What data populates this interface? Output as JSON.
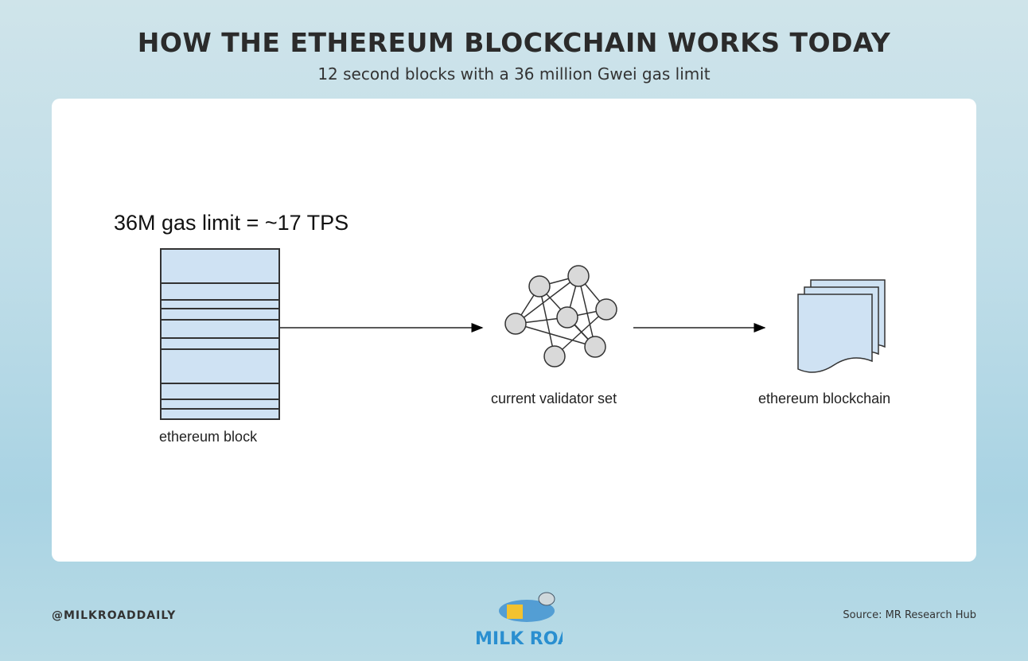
{
  "header": {
    "title": "HOW THE ETHEREUM BLOCKCHAIN WORKS TODAY",
    "subtitle": "12 second blocks with a 36 million Gwei gas limit"
  },
  "diagram": {
    "gas_label": "36M gas limit = ~17 TPS",
    "block_label": "ethereum block",
    "validator_label": "current validator set",
    "blockchain_label": "ethereum blockchain"
  },
  "footer": {
    "handle": "@MILKROADDAILY",
    "source": "Source: MR Research Hub",
    "logo_text": "MILK ROAD"
  },
  "colors": {
    "block_fill": "#cfe2f3",
    "node_fill": "#d9d9d9"
  }
}
